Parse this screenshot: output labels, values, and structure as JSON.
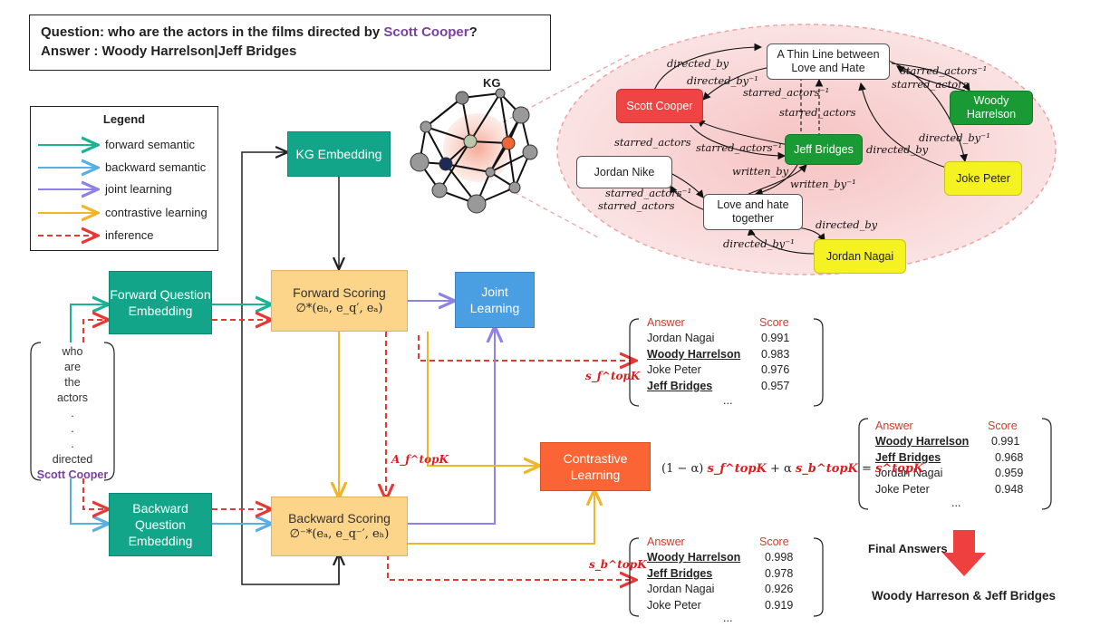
{
  "question": {
    "prefix": "Question: who are the actors in the films directed by ",
    "entity": "Scott Cooper",
    "suffix": "?",
    "answer_line": "Answer   : Woody Harrelson|Jeff Bridges"
  },
  "legend": {
    "title": "Legend",
    "items": [
      {
        "label": "forward semantic",
        "color": "#1bb394"
      },
      {
        "label": "backward semantic",
        "color": "#5aaee6"
      },
      {
        "label": "joint learning",
        "color": "#8f82e6"
      },
      {
        "label": "contrastive learning",
        "color": "#f0b528"
      },
      {
        "label": "inference",
        "color": "#e53935"
      }
    ]
  },
  "kg_label": "KG",
  "boxes": {
    "kg_embedding": "KG Embedding",
    "forward_q": "Forward Question Embedding",
    "backward_q": "Backward Question Embedding",
    "forward_scoring": "Forward Scoring",
    "forward_formula": "∅*(eₕ, e_q′, eₐ)",
    "backward_scoring": "Backward Scoring",
    "backward_formula": "∅⁻*(eₐ, e_q⁻′, eₕ)",
    "joint": "Joint Learning",
    "contrastive": "Contrastive Learning"
  },
  "question_words": [
    "who",
    "are",
    "the",
    "actors",
    ".",
    ".",
    ".",
    "directed"
  ],
  "question_entity": "Scott Cooper",
  "graph": {
    "nodes": {
      "thin_line": "A Thin Line between Love and Hate",
      "scott": "Scott Cooper",
      "woody": "Woody Harrelson",
      "jeff": "Jeff Bridges",
      "jordan_nike": "Jordan Nike",
      "joke": "Joke Peter",
      "love_hate": "Love and hate together",
      "jordan_nagai": "Jordan Nagai"
    },
    "edges": {
      "e1": "directed_by",
      "e2": "directed_by⁻¹",
      "e3": "starred_actors⁻¹",
      "e4": "starred_actors",
      "e5": "starred_actors⁻¹",
      "e6": "starred_actors",
      "e7": "directed_by⁻¹",
      "e8": "directed_by",
      "e9": "starred_actors",
      "e10": "starred_actors⁻¹",
      "e11": "written_by",
      "e12": "written_by⁻¹",
      "e13": "starred_actors⁻¹",
      "e14": "starred_actors",
      "e15": "directed_by",
      "e16": "directed_by⁻¹"
    }
  },
  "table_f": {
    "header": [
      "Answer",
      "Score"
    ],
    "rows": [
      {
        "name": "Jordan Nagai",
        "score": "0.991",
        "bold": false
      },
      {
        "name": "Woody Harrelson",
        "score": "0.983",
        "bold": true
      },
      {
        "name": "Joke Peter",
        "score": "0.976",
        "bold": false
      },
      {
        "name": "Jeff Bridges",
        "score": "0.957",
        "bold": true
      }
    ],
    "ellipsis": "...",
    "label": "s_f^topK"
  },
  "table_b": {
    "header": [
      "Answer",
      "Score"
    ],
    "rows": [
      {
        "name": "Woody Harrelson",
        "score": "0.998",
        "bold": true
      },
      {
        "name": "Jeff Bridges",
        "score": "0.978",
        "bold": true
      },
      {
        "name": "Jordan Nagai",
        "score": "0.926",
        "bold": false
      },
      {
        "name": "Joke Peter",
        "score": "0.919",
        "bold": false
      }
    ],
    "ellipsis": "...",
    "label": "s_b^topK"
  },
  "table_final": {
    "header": [
      "Answer",
      "Score"
    ],
    "rows": [
      {
        "name": "Woody Harrelson",
        "score": "0.991",
        "bold": true
      },
      {
        "name": "Jeff Bridges",
        "score": "0.968",
        "bold": true
      },
      {
        "name": "Jordan Nagai",
        "score": "0.959",
        "bold": false
      },
      {
        "name": "Joke Peter",
        "score": "0.948",
        "bold": false
      }
    ],
    "ellipsis": "..."
  },
  "af_label": "A_f^topK",
  "formula": {
    "part1": "(1 − α)",
    "sf": "s_f^topK",
    "plus_alpha": "+  α",
    "sb": "s_b^topK",
    "eq": "=",
    "s": "s^topK"
  },
  "final_answers_label": "Final Answers",
  "final_answer_text": "Woody Harreson & Jeff Bridges"
}
